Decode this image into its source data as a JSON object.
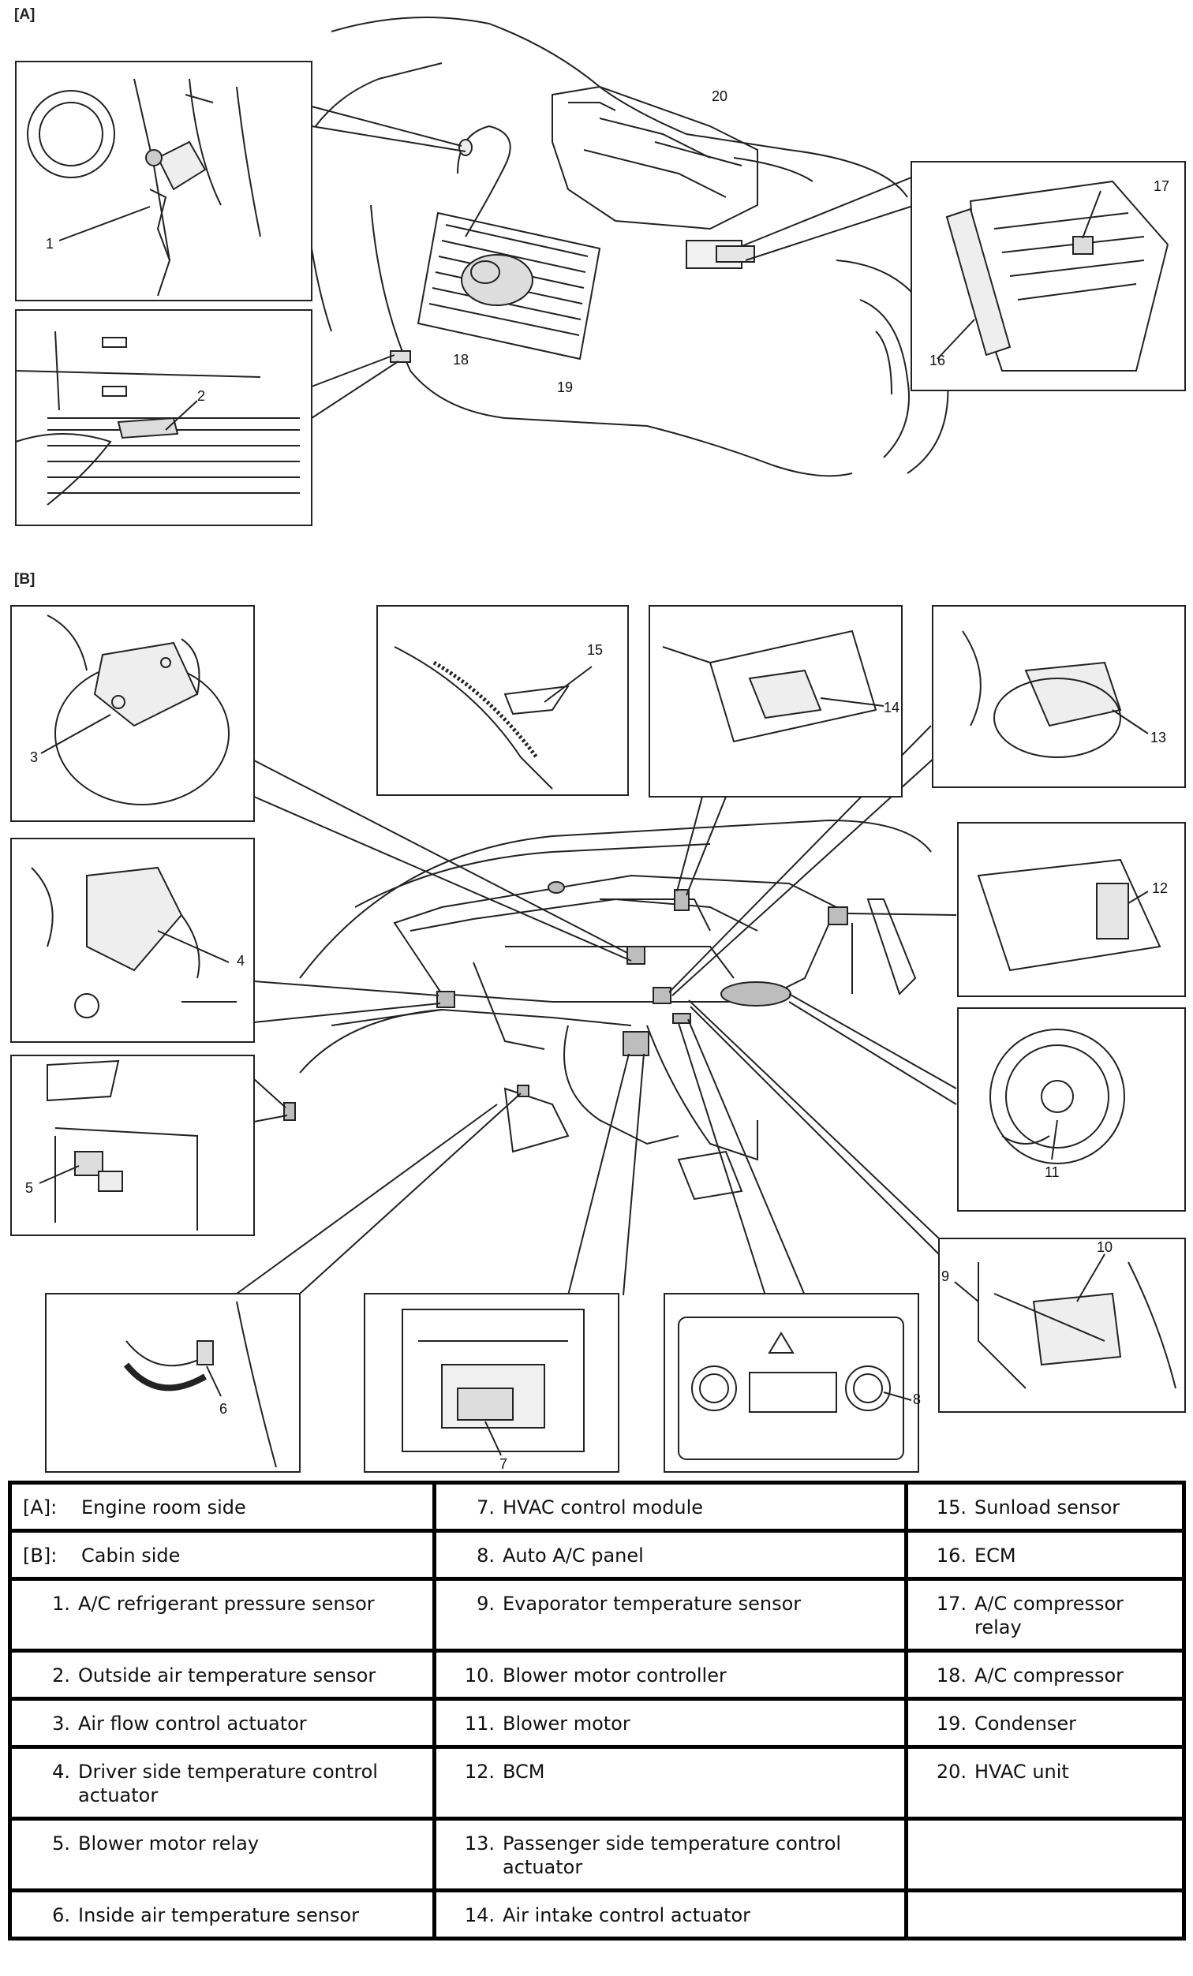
{
  "sections": {
    "a_label": "[A]",
    "b_label": "[B]"
  },
  "callouts": [
    "1",
    "2",
    "3",
    "4",
    "5",
    "6",
    "7",
    "8",
    "9",
    "10",
    "11",
    "12",
    "13",
    "14",
    "15",
    "16",
    "17",
    "18",
    "19",
    "20"
  ],
  "legend_rows": [
    [
      {
        "num": "[A]:",
        "text": "Engine room side"
      },
      {
        "num": "7.",
        "text": "HVAC control module"
      },
      {
        "num": "15.",
        "text": "Sunload sensor"
      }
    ],
    [
      {
        "num": "[B]:",
        "text": "Cabin side"
      },
      {
        "num": "8.",
        "text": "Auto A/C panel"
      },
      {
        "num": "16.",
        "text": "ECM"
      }
    ],
    [
      {
        "num": "1.",
        "text": "A/C refrigerant pressure sensor"
      },
      {
        "num": "9.",
        "text": "Evaporator temperature sensor"
      },
      {
        "num": "17.",
        "text": "A/C compressor relay"
      }
    ],
    [
      {
        "num": "2.",
        "text": "Outside air temperature sensor"
      },
      {
        "num": "10.",
        "text": "Blower motor controller"
      },
      {
        "num": "18.",
        "text": "A/C compressor"
      }
    ],
    [
      {
        "num": "3.",
        "text": "Air flow control actuator"
      },
      {
        "num": "11.",
        "text": "Blower motor"
      },
      {
        "num": "19.",
        "text": "Condenser"
      }
    ],
    [
      {
        "num": "4.",
        "text": "Driver side temperature control actuator"
      },
      {
        "num": "12.",
        "text": "BCM"
      },
      {
        "num": "20.",
        "text": "HVAC unit"
      }
    ],
    [
      {
        "num": "5.",
        "text": "Blower motor relay"
      },
      {
        "num": "13.",
        "text": "Passenger side temperature control actuator"
      },
      {
        "num": "",
        "text": ""
      }
    ],
    [
      {
        "num": "6.",
        "text": "Inside air temperature sensor"
      },
      {
        "num": "14.",
        "text": "Air intake control actuator"
      },
      {
        "num": "",
        "text": ""
      }
    ]
  ]
}
